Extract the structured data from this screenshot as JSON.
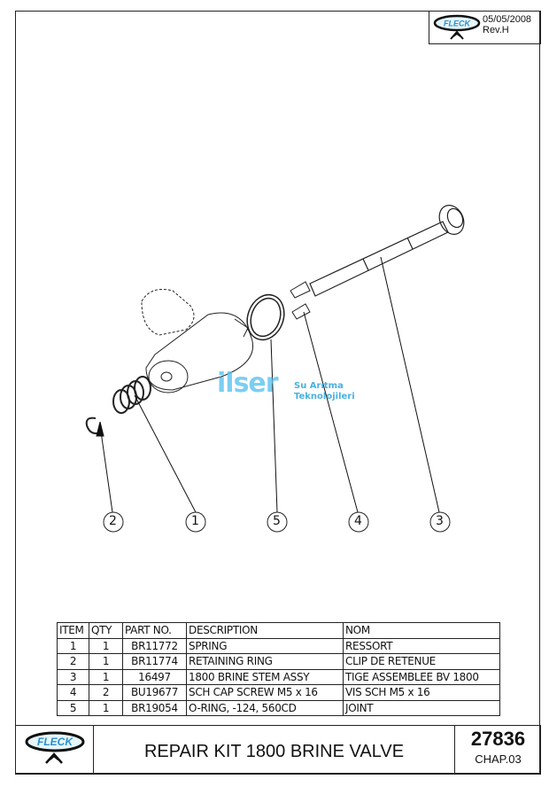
{
  "header": {
    "brand": "FLECK",
    "date": "05/05/2008",
    "revision": "Rev.H"
  },
  "watermark": {
    "brand": "ilser",
    "line1": "Su Arıtma",
    "line2": "Teknolojileri"
  },
  "balloons": [
    "2",
    "1",
    "5",
    "4",
    "3"
  ],
  "bom": {
    "headers": [
      "ITEM",
      "QTY",
      "PART NO.",
      "DESCRIPTION",
      "NOM"
    ],
    "rows": [
      [
        "1",
        "1",
        "BR11772",
        "SPRING",
        "RESSORT"
      ],
      [
        "2",
        "1",
        "BR11774",
        "RETAINING RING",
        "CLIP DE RETENUE"
      ],
      [
        "3",
        "1",
        "16497",
        "1800 BRINE STEM ASSY",
        "TIGE ASSEMBLEE BV 1800"
      ],
      [
        "4",
        "2",
        "BU19677",
        "SCH CAP SCREW M5 x 16",
        "VIS SCH M5 x 16"
      ],
      [
        "5",
        "1",
        "BR19054",
        "O-RING, -124, 560CD",
        "JOINT"
      ]
    ]
  },
  "title_block": {
    "brand": "FLECK",
    "title": "REPAIR KIT 1800 BRINE VALVE",
    "number": "27836",
    "chapter": "CHAP.03"
  }
}
